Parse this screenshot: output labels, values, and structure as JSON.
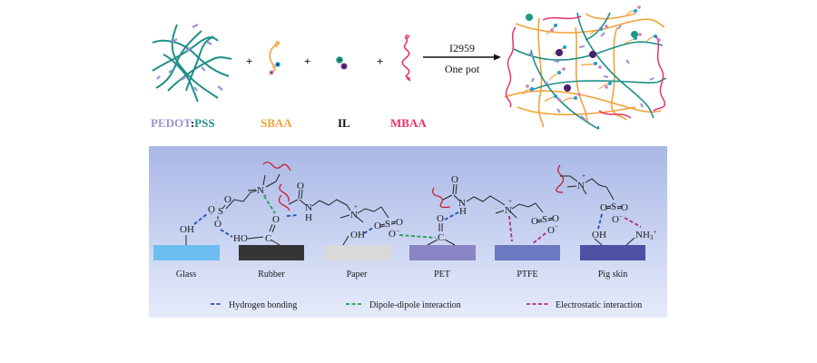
{
  "top_scheme": {
    "components": [
      {
        "id": "pedot-pss",
        "label_part1": "PEDOT",
        "label_sep": ":",
        "label_part2": "PSS",
        "color_part1": "#9c8fd6",
        "color_part2": "#1f8f88"
      },
      {
        "id": "sbaa",
        "label": "SBAA",
        "color": "#f2a23a"
      },
      {
        "id": "il",
        "label": "IL",
        "color": "#111111"
      },
      {
        "id": "mbaa",
        "label": "MBAA",
        "color": "#e8336d"
      }
    ],
    "plus_sign": "+",
    "arrow": {
      "above": "I2959",
      "below": "One pot"
    }
  },
  "bottom_panel": {
    "substrates": [
      {
        "label": "Glass",
        "color": "#6cbdf0"
      },
      {
        "label": "Rubber",
        "color": "#353535"
      },
      {
        "label": "Paper",
        "color": "#d9d9d9"
      },
      {
        "label": "PET",
        "color": "#8a86c6"
      },
      {
        "label": "PTFE",
        "color": "#6c78c2"
      },
      {
        "label": "Pig skin",
        "color": "#4f4fa6"
      }
    ],
    "chem_labels": {
      "oh": "OH",
      "ho": "HO",
      "o": "O",
      "s": "S",
      "n": "N",
      "h": "H",
      "c": "C",
      "plus": "+",
      "minus": "−",
      "o_minus": "O",
      "nh3": "NH",
      "nh3_sub": "3",
      "nh3_sup": "+"
    },
    "legend": [
      {
        "label": "Hydrogen bonding",
        "color": "#1f4fb0"
      },
      {
        "label": "Dipole-dipole interaction",
        "color": "#1ea048"
      },
      {
        "label": "Electrostatic interaction",
        "color": "#b0288f"
      }
    ],
    "gradient": {
      "top": "#a9b8e6",
      "bottom": "#e6ebfb"
    }
  }
}
